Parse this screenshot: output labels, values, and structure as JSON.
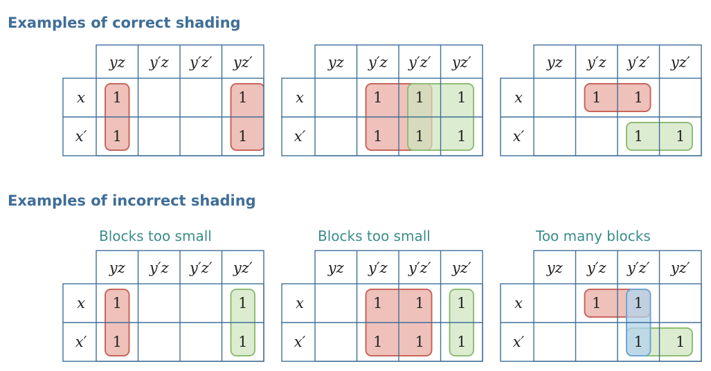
{
  "headings": {
    "correct": "Examples of correct shading",
    "incorrect": "Examples of incorrect shading"
  },
  "maps": [
    {
      "id": "c1",
      "section": "correct",
      "subtitle": "",
      "columns": [
        "yz",
        "y′z",
        "y′z′",
        "yz′"
      ],
      "rows": [
        "x",
        "x′"
      ],
      "cells": [
        [
          "1",
          "",
          "",
          "1"
        ],
        [
          "1",
          "",
          "",
          "1"
        ]
      ],
      "blocks": [
        {
          "color": "red",
          "rows": [
            0,
            1
          ],
          "cols": [
            0,
            0
          ],
          "wrap": "none"
        },
        {
          "color": "red",
          "rows": [
            0,
            1
          ],
          "cols": [
            3,
            3
          ],
          "wrap": "right"
        }
      ]
    },
    {
      "id": "c2",
      "section": "correct",
      "subtitle": "",
      "columns": [
        "yz",
        "y′z",
        "y′z′",
        "yz′"
      ],
      "rows": [
        "x",
        "x′"
      ],
      "cells": [
        [
          "",
          "1",
          "1",
          "1"
        ],
        [
          "",
          "1",
          "1",
          "1"
        ]
      ],
      "blocks": [
        {
          "color": "red",
          "rows": [
            0,
            1
          ],
          "cols": [
            1,
            2
          ],
          "wrap": "none"
        },
        {
          "color": "green",
          "rows": [
            0,
            1
          ],
          "cols": [
            2,
            3
          ],
          "wrap": "none"
        }
      ]
    },
    {
      "id": "c3",
      "section": "correct",
      "subtitle": "",
      "columns": [
        "yz",
        "y′z",
        "y′z′",
        "yz′"
      ],
      "rows": [
        "x",
        "x′"
      ],
      "cells": [
        [
          "",
          "1",
          "1",
          ""
        ],
        [
          "",
          "",
          "1",
          "1"
        ]
      ],
      "blocks": [
        {
          "color": "red",
          "rows": [
            0,
            0
          ],
          "cols": [
            1,
            2
          ],
          "wrap": "none"
        },
        {
          "color": "green",
          "rows": [
            1,
            1
          ],
          "cols": [
            2,
            3
          ],
          "wrap": "none"
        }
      ]
    },
    {
      "id": "i1",
      "section": "incorrect",
      "subtitle": "Blocks too small",
      "columns": [
        "yz",
        "y′z",
        "y′z′",
        "yz′"
      ],
      "rows": [
        "x",
        "x′"
      ],
      "cells": [
        [
          "1",
          "",
          "",
          "1"
        ],
        [
          "1",
          "",
          "",
          "1"
        ]
      ],
      "blocks": [
        {
          "color": "red",
          "rows": [
            0,
            1
          ],
          "cols": [
            0,
            0
          ],
          "wrap": "none"
        },
        {
          "color": "green",
          "rows": [
            0,
            1
          ],
          "cols": [
            3,
            3
          ],
          "wrap": "none"
        }
      ]
    },
    {
      "id": "i2",
      "section": "incorrect",
      "subtitle": "Blocks too small",
      "columns": [
        "yz",
        "y′z",
        "y′z′",
        "yz′"
      ],
      "rows": [
        "x",
        "x′"
      ],
      "cells": [
        [
          "",
          "1",
          "1",
          "1"
        ],
        [
          "",
          "1",
          "1",
          "1"
        ]
      ],
      "blocks": [
        {
          "color": "red",
          "rows": [
            0,
            1
          ],
          "cols": [
            1,
            2
          ],
          "wrap": "none"
        },
        {
          "color": "green",
          "rows": [
            0,
            1
          ],
          "cols": [
            3,
            3
          ],
          "wrap": "none"
        }
      ]
    },
    {
      "id": "i3",
      "section": "incorrect",
      "subtitle": "Too many blocks",
      "columns": [
        "yz",
        "y′z",
        "y′z′",
        "yz′"
      ],
      "rows": [
        "x",
        "x′"
      ],
      "cells": [
        [
          "",
          "1",
          "1",
          ""
        ],
        [
          "",
          "",
          "1",
          "1"
        ]
      ],
      "blocks": [
        {
          "color": "red",
          "rows": [
            0,
            0
          ],
          "cols": [
            1,
            2
          ],
          "wrap": "none"
        },
        {
          "color": "green",
          "rows": [
            1,
            1
          ],
          "cols": [
            2,
            3
          ],
          "wrap": "none"
        },
        {
          "color": "blue",
          "rows": [
            0,
            1
          ],
          "cols": [
            2,
            2
          ],
          "wrap": "none"
        }
      ]
    }
  ],
  "colors": {
    "red": {
      "fill": "#e8a9a1",
      "stroke": "#c8655a"
    },
    "green": {
      "fill": "#cfe5bf",
      "stroke": "#8fbd73"
    },
    "blue": {
      "fill": "#b3d3ec",
      "stroke": "#6fa6d2"
    },
    "grid": "#3f6e98",
    "text": "#222222"
  }
}
